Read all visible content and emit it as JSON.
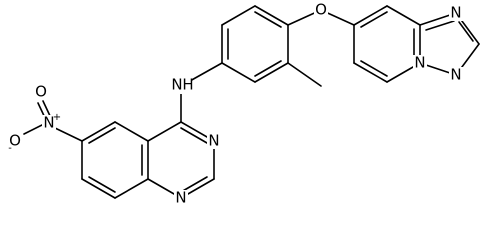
{
  "structure": {
    "atoms": {
      "n_amine": "N",
      "h_amine": "H",
      "o_ether": "O",
      "n_nitro": "N",
      "charge_plus": "+",
      "o_nitro_double": "O",
      "o_nitro_single": "O",
      "charge_minus": "-",
      "n_quinazoline_3": "N",
      "n_quinazoline_1": "N",
      "n_triazole_upper": "N",
      "n_triazole_right": "N",
      "n_bridgehead": "N"
    }
  }
}
